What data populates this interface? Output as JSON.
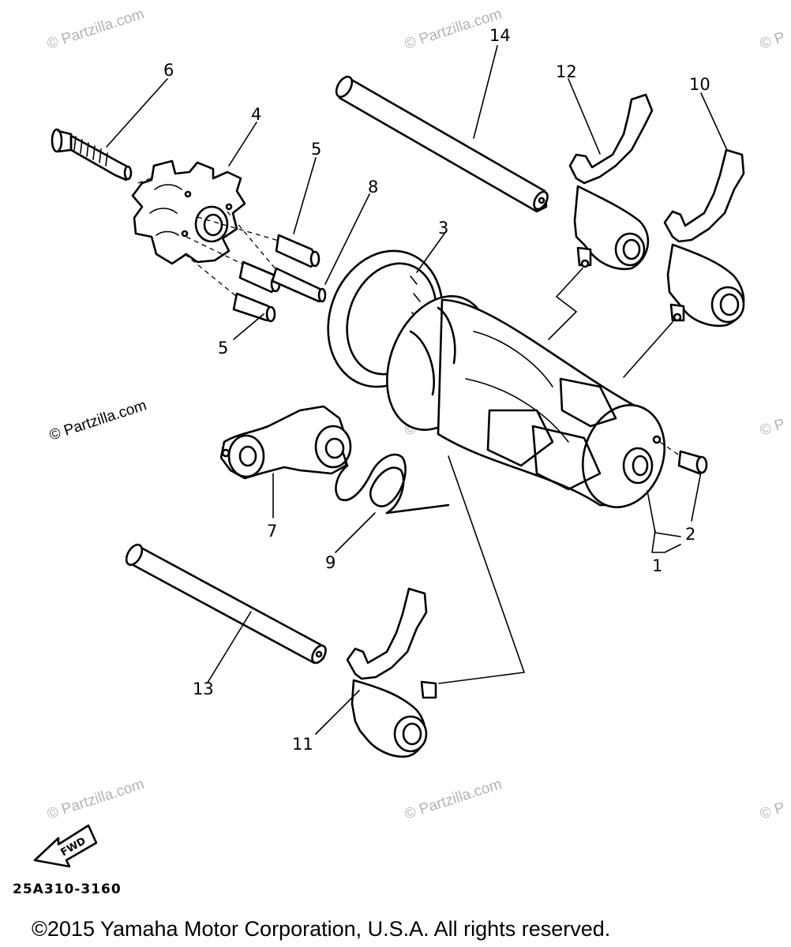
{
  "watermarks": [
    "© Partzilla.com",
    "© Partzilla.com",
    "© P",
    "© Partzilla.com",
    "© Partzilla.com",
    "© P",
    "© Partzilla.com",
    "© Partzilla.com",
    "© P"
  ],
  "callouts": [
    "1",
    "2",
    "3",
    "4",
    "5",
    "5",
    "6",
    "7",
    "8",
    "9",
    "10",
    "11",
    "12",
    "13",
    "14"
  ],
  "fwd_label": "FWD",
  "drawing_code": "25A310-3160",
  "copyright": "©2015  Yamaha Motor Corporation, U.S.A. All rights reserved."
}
